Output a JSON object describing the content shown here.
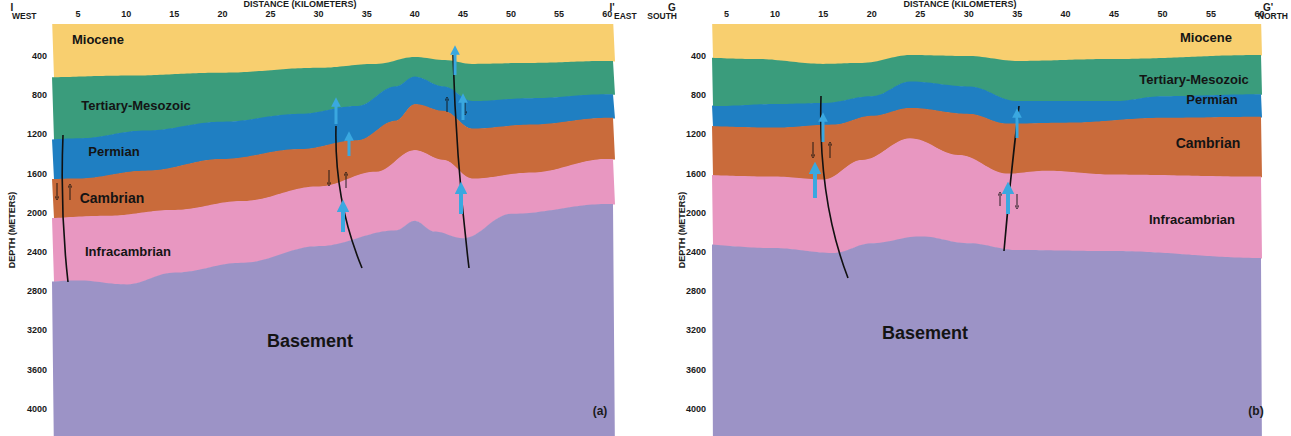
{
  "diagram": {
    "nodes": [
      {
        "text": [
          "Miocene"
        ]
      },
      {
        "text": [
          "Tertiary-Mesozoic"
        ]
      },
      {
        "text": [
          "Permian"
        ]
      },
      {
        "text": [
          "Cambrian"
        ]
      },
      {
        "text": [
          "Infracambrian"
        ]
      },
      {
        "text": [
          "Basement"
        ]
      },
      {
        "text": [
          "Miocene"
        ]
      },
      {
        "text": [
          "Tertiary-Mesozoic"
        ]
      },
      {
        "text": [
          "Permian"
        ]
      },
      {
        "text": [
          "Cambrian"
        ]
      },
      {
        "text": [
          "Infracambrian"
        ]
      },
      {
        "text": [
          "Basement"
        ]
      }
    ],
    "labels": [
      "I",
      "DISTANCE (KILOMETERS)",
      "I'",
      "WEST",
      "EAST",
      "5",
      "10",
      "15",
      "20",
      "25",
      "30",
      "35",
      "40",
      "45",
      "50",
      "55",
      "60",
      "DEPTH (METERS)",
      "400",
      "800",
      "1200",
      "1600",
      "2000",
      "2400",
      "2800",
      "3200",
      "3600",
      "4000",
      "(a)",
      "G",
      "DISTANCE (KILOMETERS)",
      "G'",
      "SOUTH",
      "NORTH",
      "5",
      "10",
      "15",
      "20",
      "25",
      "30",
      "35",
      "40",
      "45",
      "50",
      "55",
      "60",
      "DEPTH (METERS)",
      "400",
      "800",
      "1200",
      "1600",
      "2000",
      "2400",
      "2800",
      "3200",
      "3600",
      "4000",
      "(b)"
    ]
  }
}
